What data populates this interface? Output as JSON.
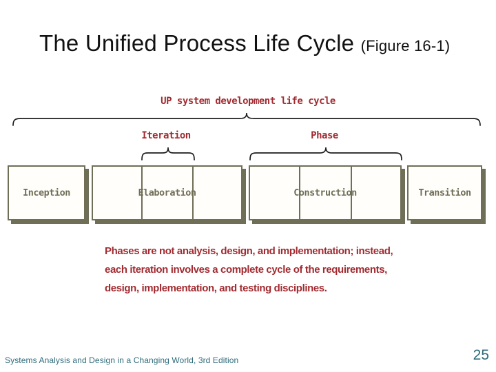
{
  "colors": {
    "red": "#A12B31",
    "olive": "#6F6E57",
    "teal": "#2E6B7B",
    "ink": "#1A1A1A",
    "bg": "#FFFFFF"
  },
  "slide": {
    "title": "The Unified Process Life Cycle",
    "title_suffix": "(Figure 16-1)"
  },
  "diagram": {
    "top_label": "UP system development life cycle",
    "iteration_label": "Iteration",
    "phase_label": "Phase",
    "boxes": [
      "Inception",
      "Elaboration",
      "Construction",
      "Transition"
    ],
    "note_lines": [
      "Phases are not analysis, design, and implementation; instead,",
      "each iteration involves a complete cycle of the requirements,",
      "design, implementation, and testing disciplines."
    ]
  },
  "footer": {
    "book": "Systems Analysis and Design in a Changing World, 3rd Edition",
    "page": "25"
  }
}
